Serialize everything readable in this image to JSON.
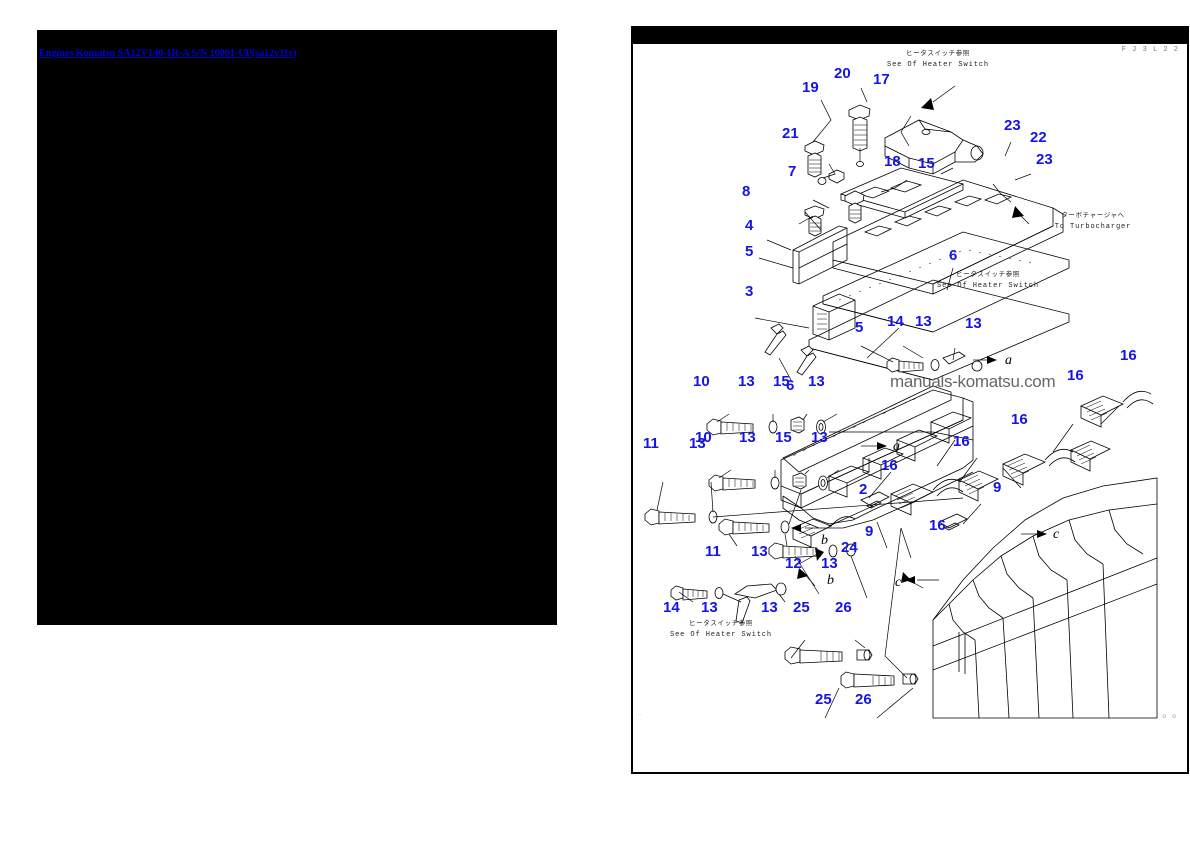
{
  "left_panel": {
    "link_text": "Engines Komatsu SA12V140-1R-A S/N 10001-UP(sa12v11c)",
    "link_color": "#0000cc",
    "background_color": "#000000"
  },
  "diagram": {
    "page_code_top": "F J 3 L 2 2",
    "page_code_bottom": "- . - o o o",
    "dot_left": ".",
    "watermark": "manuals-komatsu.com",
    "callout_color": "#1414e6",
    "annotations": [
      {
        "id": "heater-switch-top",
        "jp": "ヒータスイッチ参照",
        "en": "See Of Heater Switch"
      },
      {
        "id": "turbocharger",
        "jp": "ターボチャージャへ",
        "en": "To Turbocharger"
      },
      {
        "id": "heater-switch-mid",
        "jp": "ヒータスイッチ参照",
        "en": "See Of Heater Switch"
      },
      {
        "id": "heater-switch-bottom",
        "jp": "ヒータスイッチ参照",
        "en": "See Of Heater Switch"
      }
    ],
    "section_letters": [
      "a",
      "a",
      "b",
      "b",
      "c",
      "c"
    ],
    "callouts": [
      {
        "n": "19"
      },
      {
        "n": "20"
      },
      {
        "n": "17"
      },
      {
        "n": "21"
      },
      {
        "n": "18"
      },
      {
        "n": "15"
      },
      {
        "n": "23"
      },
      {
        "n": "22"
      },
      {
        "n": "23"
      },
      {
        "n": "7"
      },
      {
        "n": "8"
      },
      {
        "n": "4"
      },
      {
        "n": "5"
      },
      {
        "n": "3"
      },
      {
        "n": "6"
      },
      {
        "n": "5"
      },
      {
        "n": "6"
      },
      {
        "n": "14"
      },
      {
        "n": "13"
      },
      {
        "n": "13"
      },
      {
        "n": "10"
      },
      {
        "n": "13"
      },
      {
        "n": "15"
      },
      {
        "n": "13"
      },
      {
        "n": "16"
      },
      {
        "n": "16"
      },
      {
        "n": "16"
      },
      {
        "n": "16"
      },
      {
        "n": "16"
      },
      {
        "n": "16"
      },
      {
        "n": "11"
      },
      {
        "n": "13"
      },
      {
        "n": "10"
      },
      {
        "n": "13"
      },
      {
        "n": "15"
      },
      {
        "n": "13"
      },
      {
        "n": "11"
      },
      {
        "n": "13"
      },
      {
        "n": "2"
      },
      {
        "n": "9"
      },
      {
        "n": "9"
      },
      {
        "n": "24"
      },
      {
        "n": "12"
      },
      {
        "n": "13"
      },
      {
        "n": "14"
      },
      {
        "n": "13"
      },
      {
        "n": "13"
      },
      {
        "n": "25"
      },
      {
        "n": "26"
      },
      {
        "n": "25"
      },
      {
        "n": "26"
      }
    ]
  }
}
